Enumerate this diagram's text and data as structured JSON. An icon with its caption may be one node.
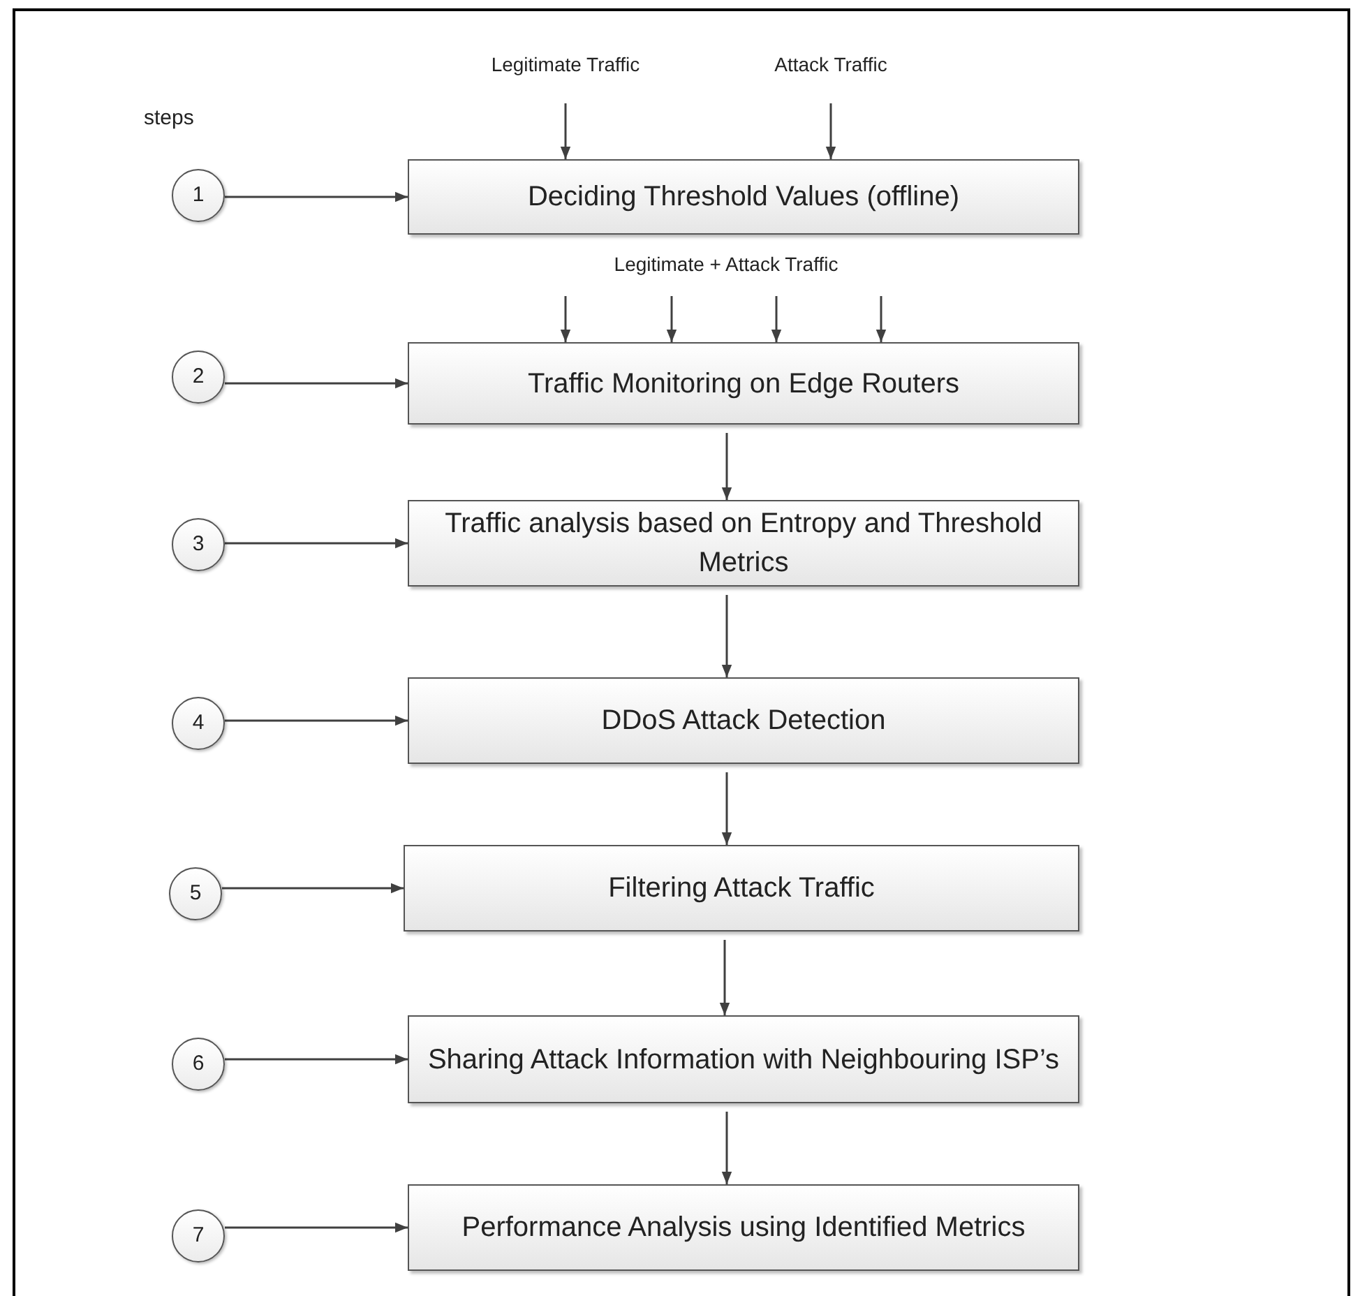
{
  "diagram": {
    "nodes": [
      {
        "text": [
          "Legitimate Traffic"
        ]
      },
      {
        "text": [
          "Attack Traffic"
        ]
      },
      {
        "text": [
          "1"
        ]
      },
      {
        "text": [
          "Deciding Threshold Values (offline)"
        ]
      },
      {
        "text": [
          "Legitimate + Attack Traffic"
        ]
      },
      {
        "text": [
          "2"
        ]
      },
      {
        "text": [
          "Traffic Monitoring on Edge Routers"
        ]
      },
      {
        "text": [
          "3"
        ]
      },
      {
        "text": [
          "Traffic analysis based on Entropy and Threshold Metrics"
        ]
      },
      {
        "text": [
          "4"
        ]
      },
      {
        "text": [
          "DDoS Attack Detection"
        ]
      },
      {
        "text": [
          "5"
        ]
      },
      {
        "text": [
          "Filtering Attack Traffic"
        ]
      },
      {
        "text": [
          "6"
        ]
      },
      {
        "text": [
          "Sharing Attack Information with Neighbouring ISP’s"
        ]
      },
      {
        "text": [
          "7"
        ]
      },
      {
        "text": [
          "Performance Analysis using Identified Metrics"
        ]
      }
    ],
    "edges": [
      {
        "from": 0,
        "to": 3,
        "arrow": "to"
      },
      {
        "from": 1,
        "to": 3,
        "arrow": "to"
      },
      {
        "from": 2,
        "to": 3,
        "arrow": "to"
      },
      {
        "from": 4,
        "to": 6,
        "arrow": "to"
      },
      {
        "from": 4,
        "to": 6,
        "arrow": "to"
      },
      {
        "from": 4,
        "to": 6,
        "arrow": "to"
      },
      {
        "from": 4,
        "to": 6,
        "arrow": "to"
      },
      {
        "from": 5,
        "to": 6,
        "arrow": "to"
      },
      {
        "from": 6,
        "to": 8,
        "arrow": "to"
      },
      {
        "from": 7,
        "to": 8,
        "arrow": "to"
      },
      {
        "from": 8,
        "to": 10,
        "arrow": "to"
      },
      {
        "from": 9,
        "to": 10,
        "arrow": "to"
      },
      {
        "from": 10,
        "to": 12,
        "arrow": "to"
      },
      {
        "from": 11,
        "to": 12,
        "arrow": "to"
      },
      {
        "from": 12,
        "to": 14,
        "arrow": "to"
      },
      {
        "from": 13,
        "to": 14,
        "arrow": "to"
      },
      {
        "from": 14,
        "to": 16,
        "arrow": "to"
      },
      {
        "from": 15,
        "to": 16,
        "arrow": "to"
      }
    ],
    "labels": [
      "steps"
    ]
  }
}
